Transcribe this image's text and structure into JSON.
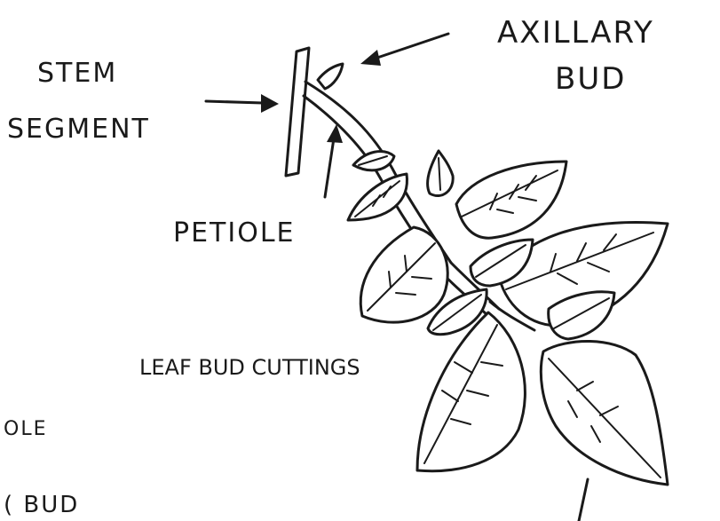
{
  "labels": {
    "axillary_line1": "AXILLARY",
    "axillary_line2": "BUD",
    "stem_line1": "STEM",
    "stem_line2": "SEGMENT",
    "petiole": "PETIOLE",
    "leaf_bud_cuttings": "LEAF BUD CUTTINGS",
    "partial_ole": "OLE",
    "partial_bud": "( BUD"
  },
  "colors": {
    "ink": "#1a1a1a",
    "paper": "#ffffff"
  }
}
